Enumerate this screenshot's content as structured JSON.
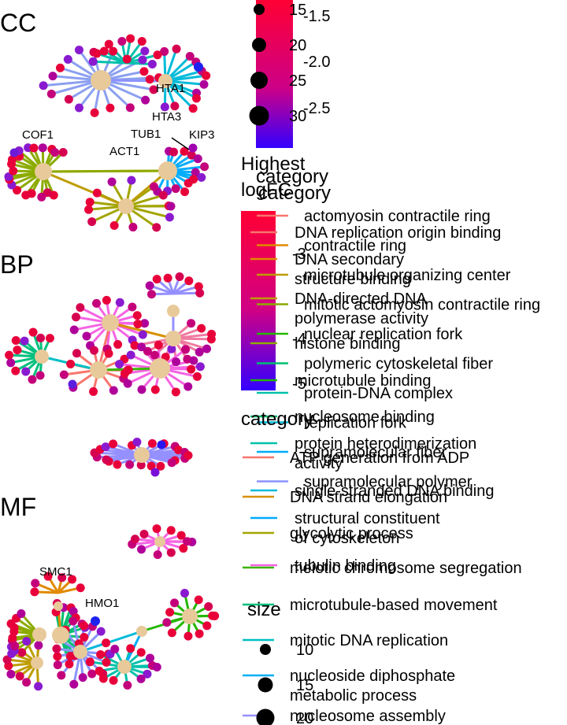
{
  "chart_data": {
    "type": "network",
    "panels": [
      {
        "tag": "CC",
        "gene_labels": [
          "HTA1",
          "HTA3",
          "COF1",
          "TUB1",
          "KIP3",
          "ACT1"
        ]
      },
      {
        "tag": "BP",
        "gene_labels": []
      },
      {
        "tag": "MF",
        "gene_labels": [
          "SMC1",
          "HMO1"
        ]
      }
    ],
    "legends": {
      "size_top": {
        "breaks": [
          15,
          20,
          25,
          30
        ]
      },
      "color_top": {
        "breaks": [
          -1.5,
          -2.0,
          -2.5
        ],
        "colors": [
          "#ff0033",
          "#cc0088",
          "#3300ff"
        ]
      },
      "highest_logfc": {
        "title": [
          "Highest",
          "logFC"
        ],
        "breaks": [
          -3,
          -4,
          -5
        ],
        "colors": [
          "#ff0033",
          "#d00085",
          "#3300ff"
        ]
      },
      "category_cc": {
        "titles": [
          "category",
          "category"
        ],
        "items": [
          {
            "label": "actomyosin contractile ring",
            "color": "#F8766D"
          },
          {
            "label": "contractile ring",
            "color": "#E18A00"
          },
          {
            "label": "microtubule organizing center",
            "color": "#BE9C00"
          },
          {
            "label": "mitotic actomyosin contractile ring",
            "color": "#8CAB00"
          },
          {
            "label": "nuclear replication fork",
            "color": "#24B700"
          },
          {
            "label": "polymeric cytoskeletal fiber",
            "color": "#00BE70"
          },
          {
            "label": "protein-DNA complex",
            "color": "#00C1AB"
          },
          {
            "label": "replication fork",
            "color": "#00BBDA"
          },
          {
            "label": "supramolecular fiber",
            "color": "#00ACFC"
          },
          {
            "label": "supramolecular polymer",
            "color": "#8B93FF"
          }
        ]
      },
      "category_mf": {
        "items": [
          {
            "label": "DNA replication origin binding",
            "color": "#F8766D"
          },
          {
            "label": "DNA secondary structure binding",
            "color": "#E18A00"
          },
          {
            "label": "DNA-directed DNA polymerase activity",
            "color": "#BE9C00"
          },
          {
            "label": "histone binding",
            "color": "#8CAB00"
          },
          {
            "label": "microtubule binding",
            "color": "#24B700"
          },
          {
            "label": "nucleosome binding",
            "color": "#00BE70"
          },
          {
            "label": "protein heterodimerization activity",
            "color": "#00C1AB"
          },
          {
            "label": "single-stranded DNA binding",
            "color": "#00BBDA"
          },
          {
            "label": "structural constituent of cytoskeleton",
            "color": "#00ACFC"
          },
          {
            "label": "tubulin binding",
            "color": "#F564E3"
          }
        ]
      },
      "category_bp": {
        "title": "category",
        "items": [
          {
            "label": "ATP generation from ADP",
            "color": "#F8766D"
          },
          {
            "label": "DNA strand elongation",
            "color": "#D89000"
          },
          {
            "label": "glycolytic process",
            "color": "#A3A500"
          },
          {
            "label": "meiotic chromosome segregation",
            "color": "#39B600"
          },
          {
            "label": "microtubule-based movement",
            "color": "#00BF7D"
          },
          {
            "label": "mitotic DNA replication",
            "color": "#00BFC4"
          },
          {
            "label": "nucleoside diphosphate metabolic process",
            "color": "#00B0F6"
          },
          {
            "label": "nucleosome assembly",
            "color": "#9590FF"
          }
        ]
      },
      "size_bottom": {
        "title": "size",
        "breaks": [
          10,
          15,
          20
        ]
      }
    }
  }
}
